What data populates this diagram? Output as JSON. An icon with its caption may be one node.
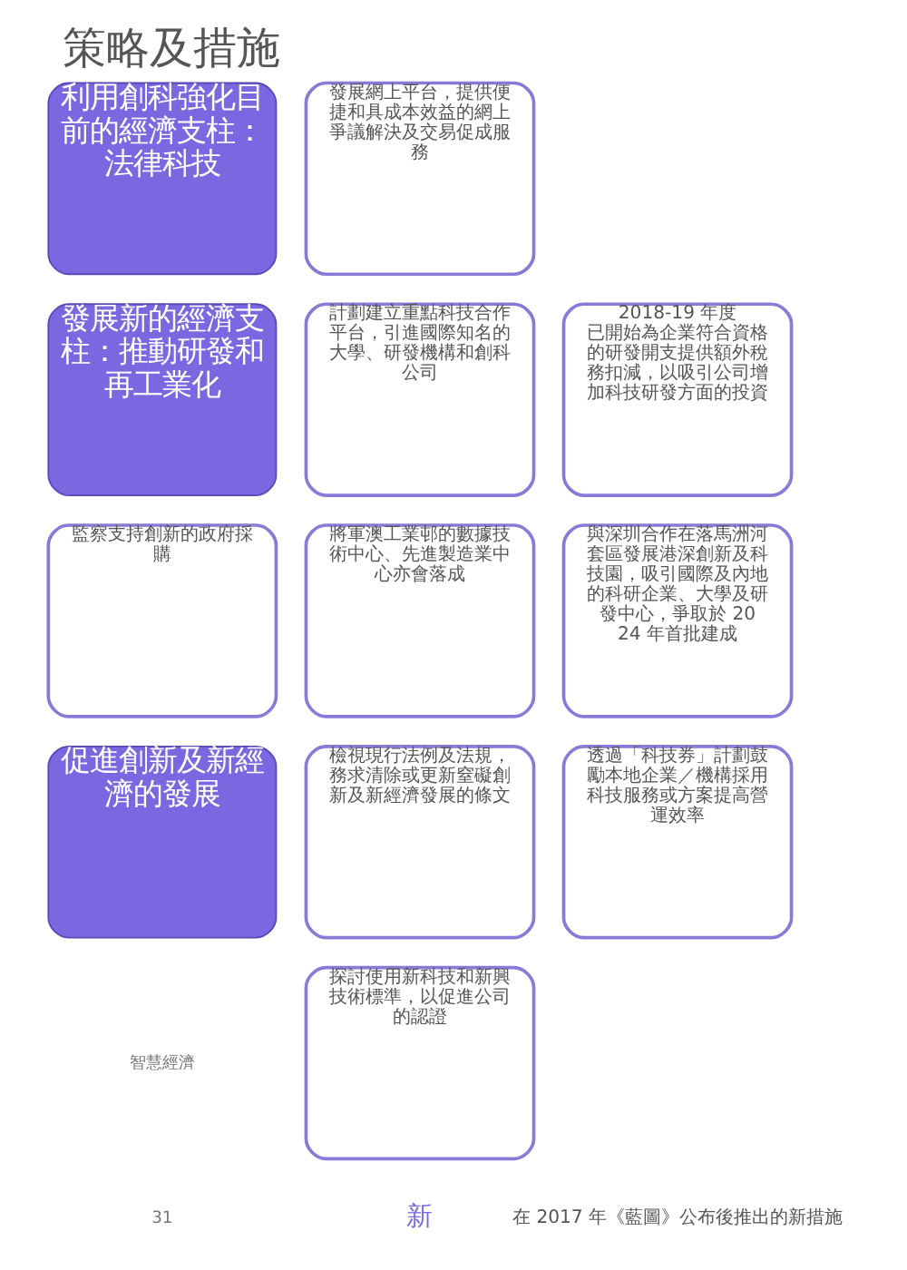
{
  "diagram": {
    "title": "策略及措施",
    "nodes": [
      {
        "text": [
          "利用創科強化目前的經濟支柱：法律科技"
        ]
      },
      {
        "text": [
          "發展網上平台，提供便捷和具成本效益的網上爭議解決及交易促成服務"
        ]
      },
      {
        "text": [
          "發展新的經濟支柱：推動研發和再工業化"
        ]
      },
      {
        "text": [
          "計劃建立重點科技合作平台，引進國際知名的大學、研發機構和創科公司"
        ]
      },
      {
        "text": [
          "2018-19 年度已開始為企業符合資格的研發開支提供額外稅務扣減，以吸引公司增加科技研發方面的投資"
        ]
      },
      {
        "text": [
          "監察支持創新的政府採購"
        ]
      },
      {
        "text": [
          "將軍澳工業邨的數據技術中心、先進製造業中心亦會落成"
        ]
      },
      {
        "text": [
          "與深圳合作在落馬洲河套區發展港深創新及科技園，吸引國際及內地的科研企業、大學及研發中心，爭取於 2024 年首批建成"
        ]
      },
      {
        "text": [
          "促進創新及新經濟的發展"
        ]
      },
      {
        "text": [
          "檢視現行法例及法規，務求清除或更新窒礙創新及新經濟發展的條文"
        ]
      },
      {
        "text": [
          "透過「科技券」計劃鼓勵本地企業／機構採用科技服務或方案提高營運效率"
        ]
      },
      {
        "text": [
          "探討使用新科技和新興技術標準，以促進公司的認證"
        ]
      }
    ],
    "edges": [],
    "labels": [
      "智慧經濟",
      "31",
      "新",
      "在 2017 年《藍圖》公布後推出的新措施"
    ]
  }
}
